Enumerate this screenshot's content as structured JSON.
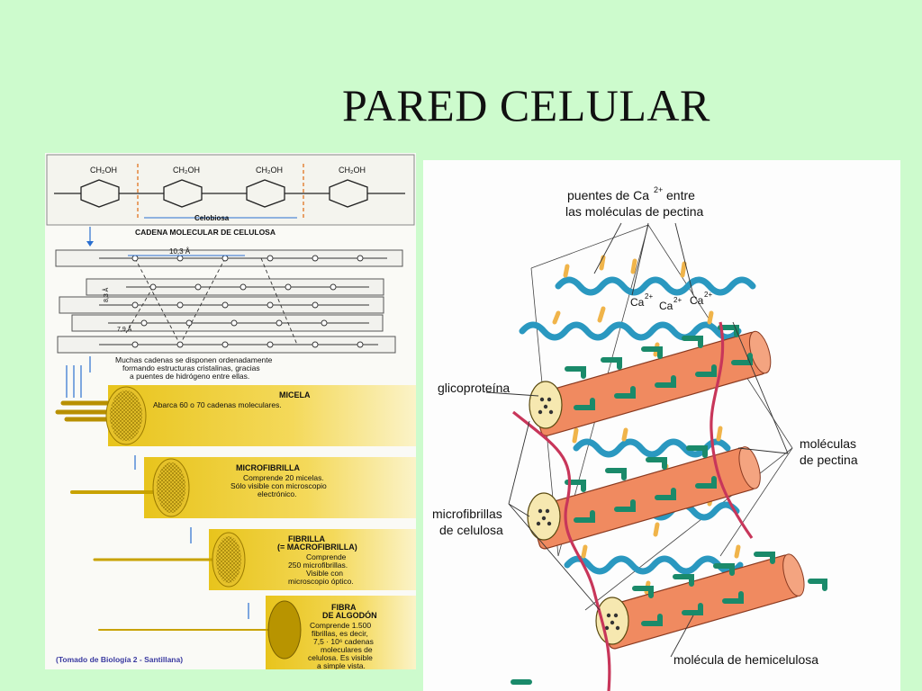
{
  "title": "PARED CELULAR",
  "left": {
    "oh_groups": [
      "CH₂OH",
      "CH₂OH",
      "CH₂OH",
      "CH₂OH"
    ],
    "celobiosa": "Celobiosa",
    "cadena_title": "CADENA MOLECULAR DE CELULOSA",
    "dist1": "10,3 Å",
    "dist2": "8,3 Å",
    "dist3": "7,9 Å",
    "crystal_caption": [
      "Muchas cadenas se disponen ordenadamente",
      "formando estructuras cristalinas, gracias",
      "a puentes de hidrógeno entre ellas."
    ],
    "micela_title": "MICELA",
    "micela_text": "Abarca 60 o 70 cadenas moleculares.",
    "micro_title": "MICROFIBRILLA",
    "micro_text": [
      "Comprende 20 micelas.",
      "Sólo visible con microscopio",
      "electrónico."
    ],
    "fibrilla_title": [
      "FIBRILLA",
      "(= MACROFIBRILLA)"
    ],
    "fibrilla_text": [
      "Comprende",
      "250 microfibrillas.",
      "Visible con",
      "microscopio óptico."
    ],
    "fibra_title": [
      "FIBRA",
      "DE ALGODÓN"
    ],
    "fibra_text": [
      "Comprende 1.500",
      "fibrillas, es decir,",
      "7,5 · 10⁶ cadenas",
      "moleculares de",
      "celulosa. Es visible",
      "a simple vista."
    ],
    "source": "(Tomado de Biología 2 - Santillana)"
  },
  "right": {
    "puentes_line1": "puentes de Ca",
    "puentes_sup": "2+",
    "puentes_line1_end": "entre",
    "puentes_line2": "las moléculas de pectina",
    "ca_labels": [
      "Ca",
      "Ca",
      "Ca"
    ],
    "ca_sup": "2+",
    "glicoproteina": "glicoproteína",
    "moleculas": [
      "moléculas",
      "de pectina"
    ],
    "microfibrillas": [
      "microfibrillas",
      "de celulosa"
    ],
    "hemicelulosa": "molécula de hemicelulosa"
  }
}
